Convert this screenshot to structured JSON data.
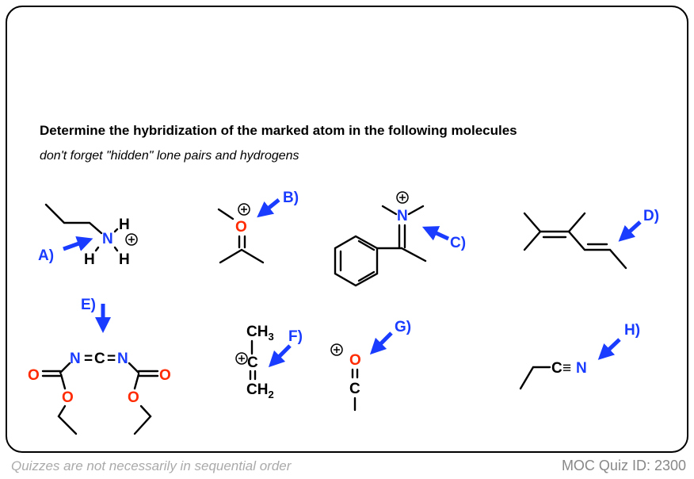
{
  "title": "Determine the hybridization of the marked atom in the following molecules",
  "subtitle": "don't forget \"hidden\" lone pairs and hydrogens",
  "footer": {
    "note": "Quizzes are not necessarily in sequential order",
    "quiz_id": "MOC Quiz ID: 2300"
  },
  "questions": [
    {
      "label": "A)",
      "atoms": {
        "n": "N",
        "h": "H"
      }
    },
    {
      "label": "B)",
      "atoms": {
        "o": "O"
      }
    },
    {
      "label": "C)",
      "atoms": {
        "n": "N"
      }
    },
    {
      "label": "D)"
    },
    {
      "label": "E)",
      "atoms": {
        "n": "N",
        "c": "C",
        "o": "O",
        "eq": "="
      }
    },
    {
      "label": "F)",
      "atoms": {
        "c": "C",
        "ch": "CH",
        "three": "3",
        "two": "2"
      }
    },
    {
      "label": "G)",
      "atoms": {
        "o": "O",
        "c": "C"
      }
    },
    {
      "label": "H)",
      "atoms": {
        "c": "C",
        "triple": "≡",
        "n": "N"
      }
    }
  ],
  "colors": {
    "accent": "#1a3cff",
    "oxygen": "#ff2a00"
  }
}
